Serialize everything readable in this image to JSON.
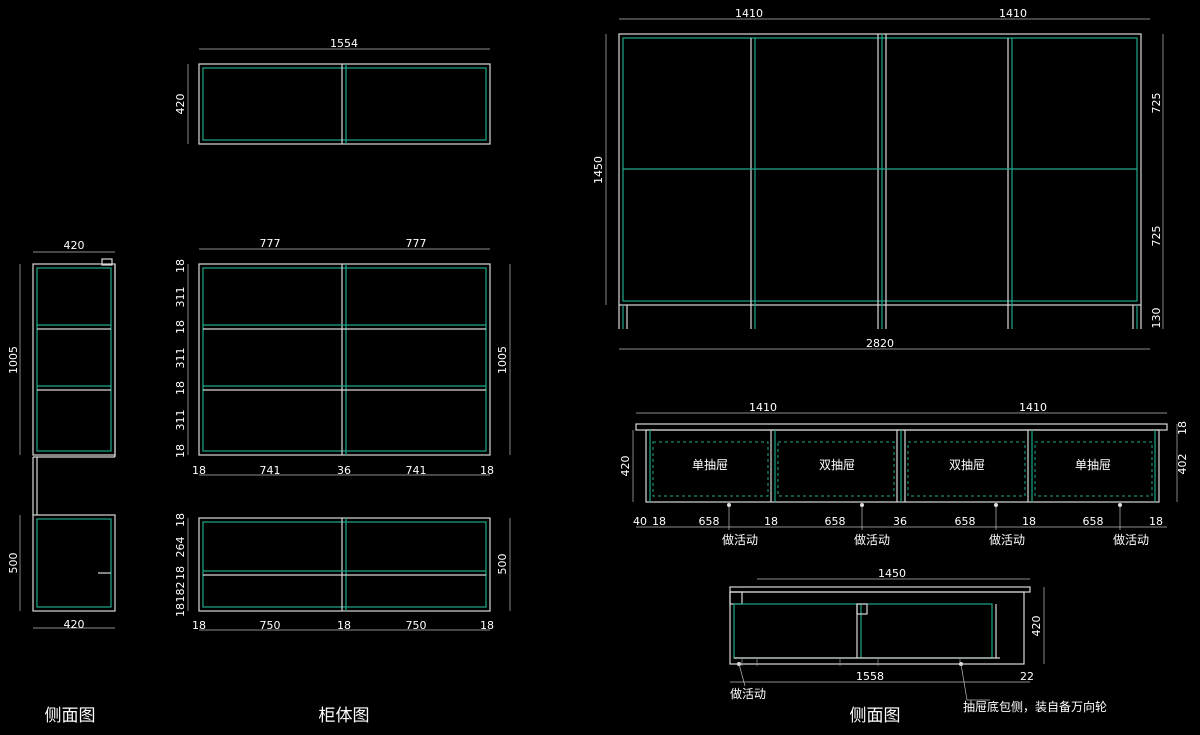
{
  "titles": {
    "side_left": "侧面图",
    "cabinet": "柜体图",
    "side_right": "侧面图"
  },
  "side_left": {
    "top_width": "420",
    "height_upper": "1005",
    "height_lower": "500",
    "bottom_width": "420"
  },
  "wall_cabinet": {
    "width": "1554",
    "height": "420"
  },
  "upper_cabinet": {
    "top_dims": [
      "777",
      "777"
    ],
    "left_dims": [
      "18",
      "311",
      "18",
      "311",
      "18",
      "311",
      "18"
    ],
    "right_dim": "1005",
    "bottom_dims": [
      "18",
      "741",
      "36",
      "741",
      "18"
    ]
  },
  "lower_cabinet": {
    "left_dims": [
      "18",
      "264",
      "18",
      "182",
      "18"
    ],
    "right_dim": "500",
    "bottom_dims": [
      "18",
      "750",
      "18",
      "750",
      "18"
    ]
  },
  "large_frame": {
    "top_dims": [
      "1410",
      "1410"
    ],
    "left_dim": "1450",
    "right_dims": [
      "725",
      "725",
      "130"
    ],
    "bottom_dim": "2820"
  },
  "drawer_elevation": {
    "top_dims": [
      "1410",
      "1410"
    ],
    "left_dim": "420",
    "right_dims": [
      "18",
      "402"
    ],
    "drawers": [
      "单抽屉",
      "双抽屉",
      "双抽屉",
      "单抽屉"
    ],
    "bottom_dims": [
      "40",
      "18",
      "658",
      "18",
      "658",
      "36",
      "658",
      "18",
      "658",
      "18"
    ],
    "notes": [
      "做活动",
      "做活动",
      "做活动",
      "做活动"
    ]
  },
  "side_right": {
    "top_dim": "1450",
    "right_dim": "420",
    "bottom_dim": "1558",
    "offset_dim": "22",
    "note_left": "做活动",
    "note_right": "抽屉底包侧，装自备万向轮"
  }
}
